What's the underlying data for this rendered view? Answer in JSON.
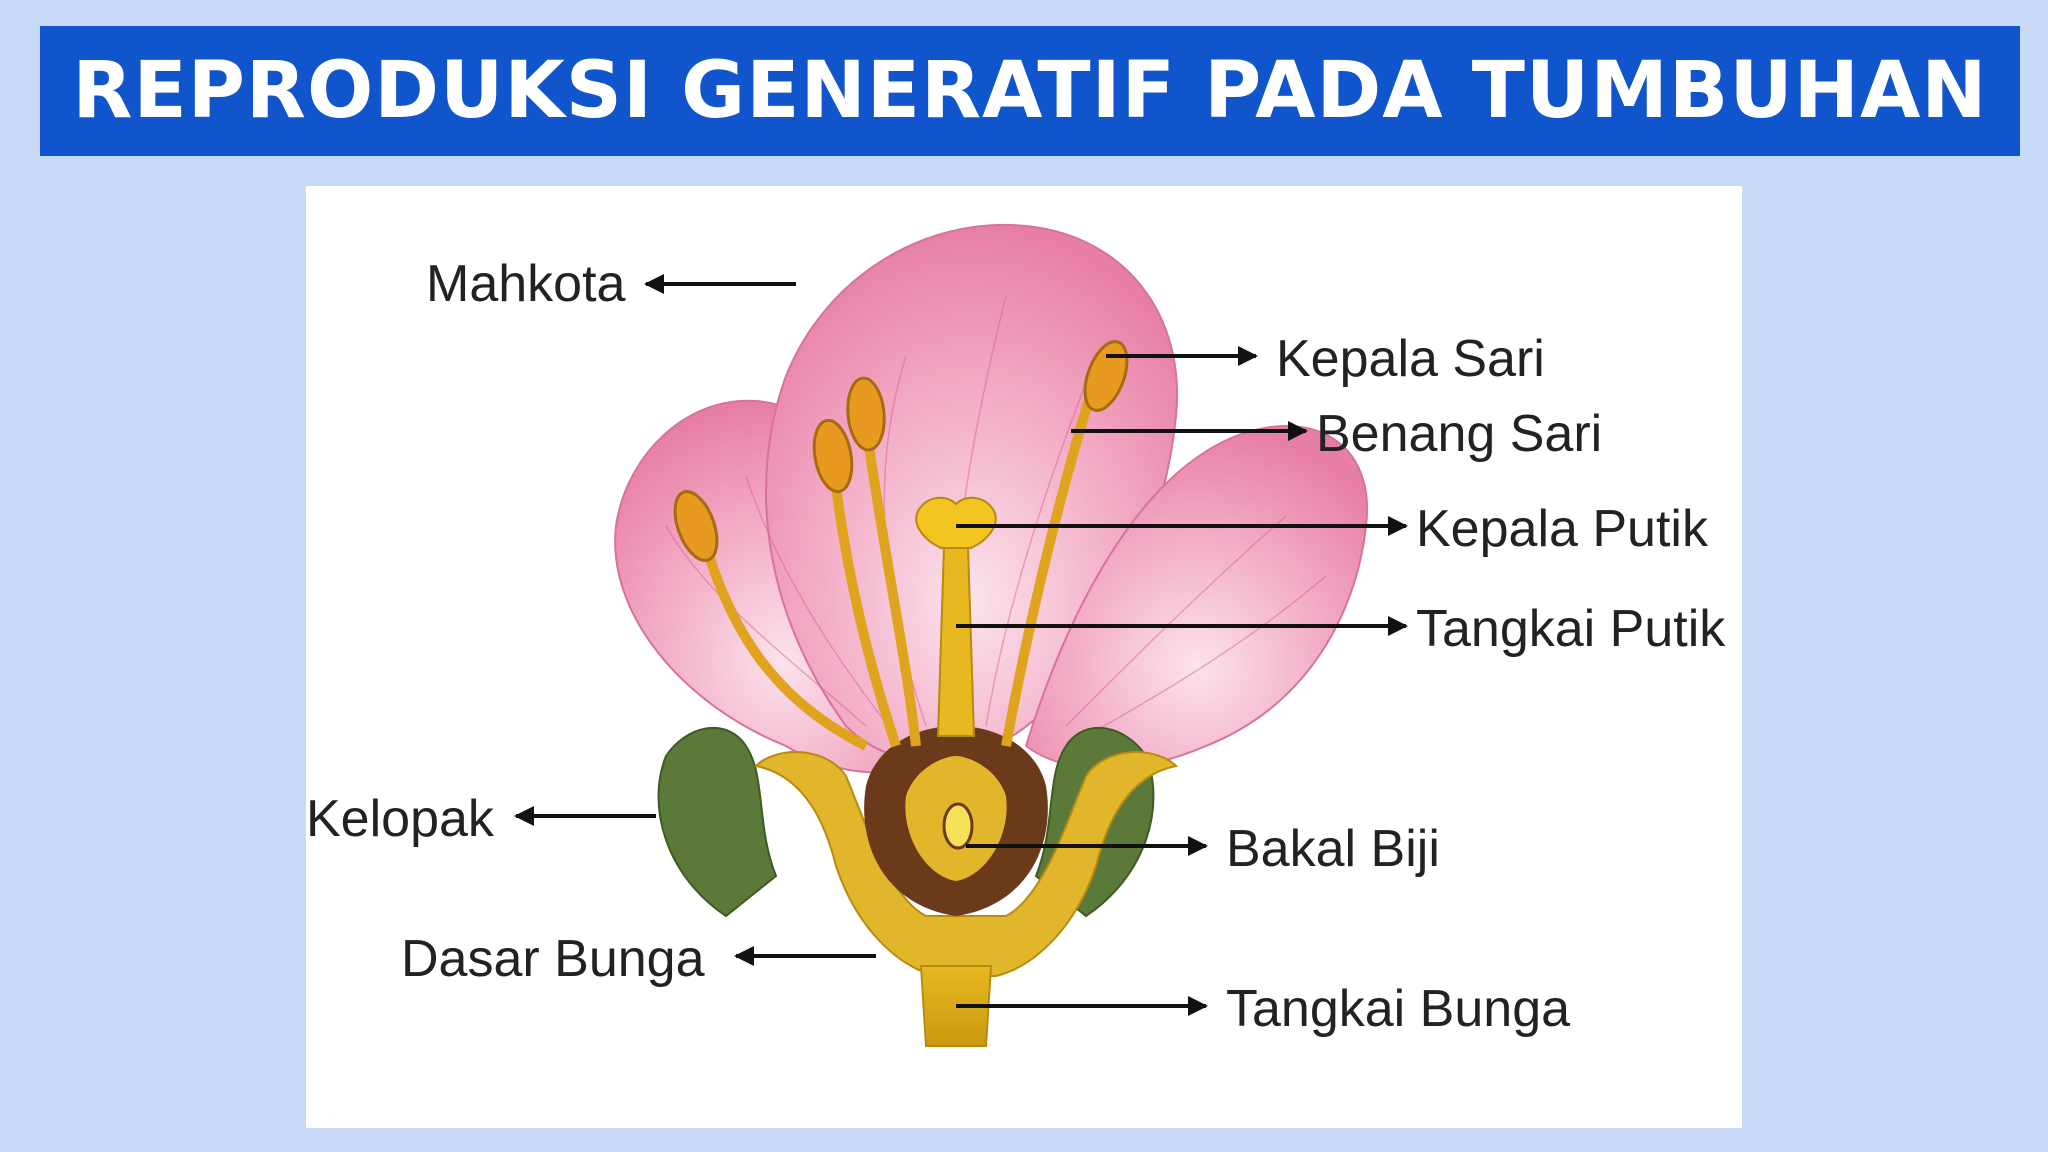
{
  "slide": {
    "title": "REPRODUKSI GENERATIF PADA TUMBUHAN",
    "background_color": "#c8daf7",
    "title_bar_color": "#1155cc"
  },
  "diagram": {
    "labels": {
      "mahkota": "Mahkota",
      "kepala_sari": "Kepala Sari",
      "benang_sari": "Benang Sari",
      "kepala_putik": "Kepala Putik",
      "tangkai_putik": "Tangkai Putik",
      "kelopak": "Kelopak",
      "bakal_biji": "Bakal Biji",
      "dasar_bunga": "Dasar Bunga",
      "tangkai_bunga": "Tangkai Bunga"
    },
    "colors": {
      "petal": "#ef93b4",
      "petal_vein": "#d85a8a",
      "stamen": "#e0a31e",
      "pistil": "#e8b820",
      "sepal": "#5b7a3a",
      "ovary_dark": "#6b3a1a"
    }
  }
}
